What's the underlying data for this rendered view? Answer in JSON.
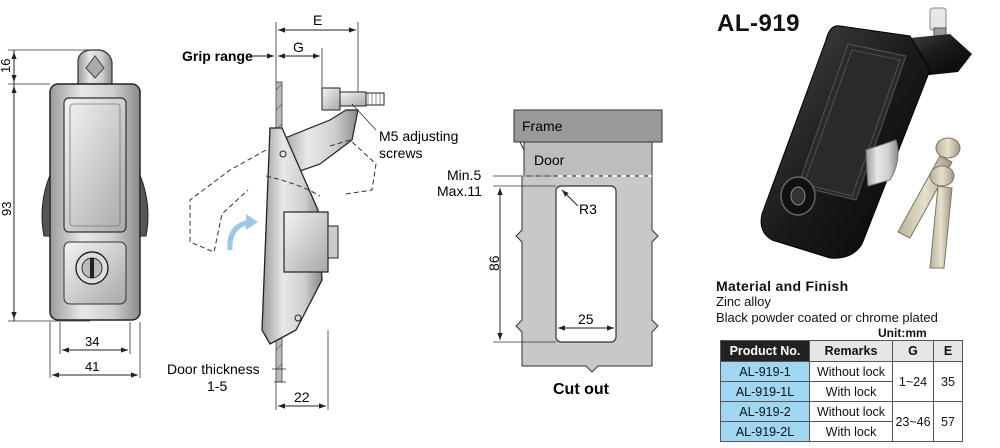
{
  "title": "AL-919",
  "front_view": {
    "dim_top": "16",
    "dim_height": "93",
    "dim_inner_width": "34",
    "dim_outer_width": "41"
  },
  "side_view": {
    "grip_range_label": "Grip range",
    "dim_e": "E",
    "dim_g": "G",
    "screws_label_line1": "M5 adjusting",
    "screws_label_line2": "screws",
    "door_thickness_label": "Door thickness",
    "door_thickness_value": "1-5",
    "dim_bottom": "22"
  },
  "cutout": {
    "frame_label": "Frame",
    "door_label": "Door",
    "min_label": "Min.5",
    "max_label": "Max.11",
    "radius_label": "R3",
    "height_dim": "86",
    "width_dim": "25",
    "caption": "Cut out"
  },
  "material": {
    "heading": "Material and Finish",
    "line1": "Zinc alloy",
    "line2": "Black powder coated or chrome plated"
  },
  "unit": "Unit:mm",
  "table": {
    "headers": [
      "Product No.",
      "Remarks",
      "G",
      "E"
    ],
    "rows": [
      {
        "product": "AL-919-1",
        "remarks": "Without lock"
      },
      {
        "product": "AL-919-1L",
        "remarks": "With lock"
      },
      {
        "product": "AL-919-2",
        "remarks": "Without  lock"
      },
      {
        "product": "AL-919-2L",
        "remarks": "With  lock"
      }
    ],
    "groups": [
      {
        "g": "1~24",
        "e": "35"
      },
      {
        "g": "23~46",
        "e": "57"
      }
    ]
  },
  "colors": {
    "header_dark": "#222222",
    "product_cell": "#9fd7f2",
    "cutout_gray": "#c8c8c8",
    "latch_black": "#1a1a1a"
  }
}
